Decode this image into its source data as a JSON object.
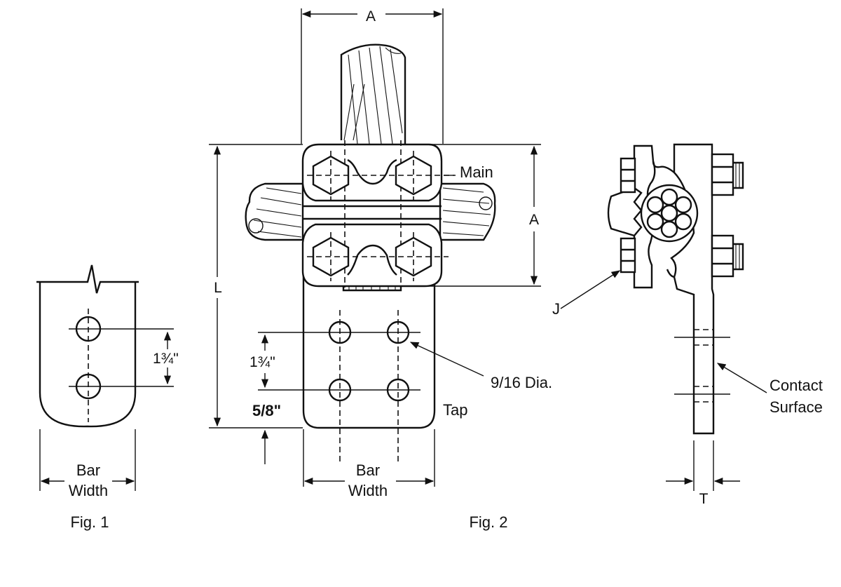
{
  "fig1": {
    "caption": "Fig. 1",
    "hole_spacing": "1¾\"",
    "bar_width_line1": "Bar",
    "bar_width_line2": "Width"
  },
  "fig2": {
    "caption": "Fig. 2",
    "dim_A_top": "A",
    "dim_A_side": "A",
    "dim_L": "L",
    "main_label": "Main",
    "tap_label": "Tap",
    "hole_dia": "9/16 Dia.",
    "hole_spacing": "1¾\"",
    "edge_distance": "5/8\"",
    "bar_width_line1": "Bar",
    "bar_width_line2": "Width"
  },
  "fig3": {
    "label_J": "J",
    "contact_line1": "Contact",
    "contact_line2": "Surface",
    "dim_T": "T"
  }
}
